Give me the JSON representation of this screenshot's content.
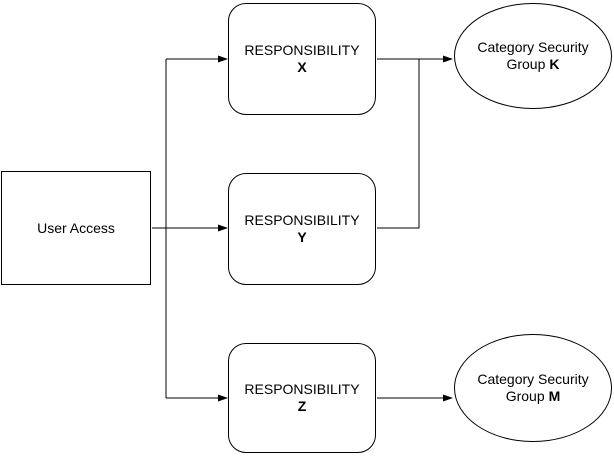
{
  "diagram": {
    "nodes": {
      "user_access": {
        "label": "User Access"
      },
      "responsibility_x": {
        "title": "RESPONSIBILITY",
        "letter": "X"
      },
      "responsibility_y": {
        "title": "RESPONSIBILITY",
        "letter": "Y"
      },
      "responsibility_z": {
        "title": "RESPONSIBILITY",
        "letter": "Z"
      },
      "category_group_k": {
        "line1": "Category Security",
        "line2_prefix": "Group",
        "letter": "K"
      },
      "category_group_m": {
        "line1": "Category Security",
        "line2_prefix": "Group",
        "letter": "M"
      }
    },
    "colors": {
      "line": "#000000",
      "background": "#ffffff",
      "text": "#000000"
    }
  }
}
